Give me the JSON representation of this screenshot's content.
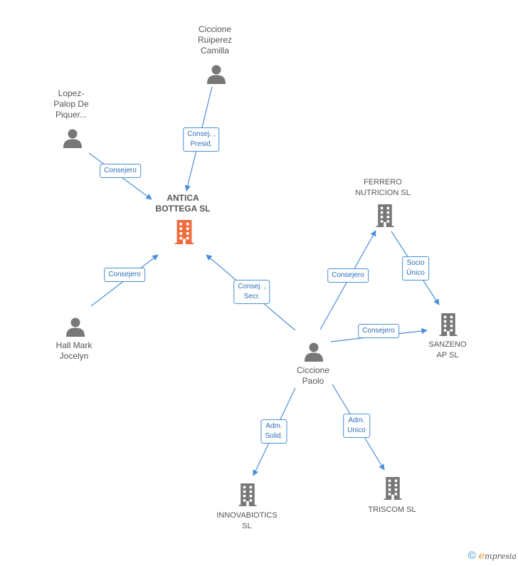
{
  "colors": {
    "edge": "#4a8fd9",
    "person": "#777777",
    "company": "#777777",
    "focus": "#f26a3a"
  },
  "nodes": [
    {
      "id": "antica",
      "type": "company",
      "focus": true,
      "label": "ANTICA\nBOTTEGA  SL",
      "icon": "building-icon"
    },
    {
      "id": "ferrero",
      "type": "company",
      "label": "FERRERO\nNUTRICION SL",
      "icon": "building-icon"
    },
    {
      "id": "sanzeno",
      "type": "company",
      "label": "SANZENO\nAP  SL",
      "icon": "building-icon"
    },
    {
      "id": "innova",
      "type": "company",
      "label": "INNOVABIOTICS\nSL",
      "icon": "building-icon"
    },
    {
      "id": "triscom",
      "type": "company",
      "label": "TRISCOM SL",
      "icon": "building-icon"
    },
    {
      "id": "ciccione_r",
      "type": "person",
      "label": "Ciccione\nRuiperez\nCamilla",
      "icon": "person-icon"
    },
    {
      "id": "lopez",
      "type": "person",
      "label": "Lopez-\nPalop De\nPiquer...",
      "icon": "person-icon"
    },
    {
      "id": "hall",
      "type": "person",
      "label": "Hall Mark\nJocelyn",
      "icon": "person-icon"
    },
    {
      "id": "ciccione_p",
      "type": "person",
      "label": "Ciccione\nPaolo",
      "icon": "person-icon"
    }
  ],
  "edges": [
    {
      "from": "ciccione_r",
      "to": "antica",
      "label": "Consej. ,\nPresid."
    },
    {
      "from": "lopez",
      "to": "antica",
      "label": "Consejero"
    },
    {
      "from": "hall",
      "to": "antica",
      "label": "Consejero"
    },
    {
      "from": "ciccione_p",
      "to": "antica",
      "label": "Consej. ,\nSecr."
    },
    {
      "from": "ciccione_p",
      "to": "ferrero",
      "label": "Consejero"
    },
    {
      "from": "ferrero",
      "to": "sanzeno",
      "label": "Socio\nÚnico"
    },
    {
      "from": "ciccione_p",
      "to": "sanzeno",
      "label": "Consejero"
    },
    {
      "from": "ciccione_p",
      "to": "innova",
      "label": "Adm.\nSolid."
    },
    {
      "from": "ciccione_p",
      "to": "triscom",
      "label": "Adm.\nUnico"
    }
  ],
  "footer": {
    "copyright_symbol": "©",
    "brand_initial": "e",
    "brand_rest": "mpresia"
  }
}
